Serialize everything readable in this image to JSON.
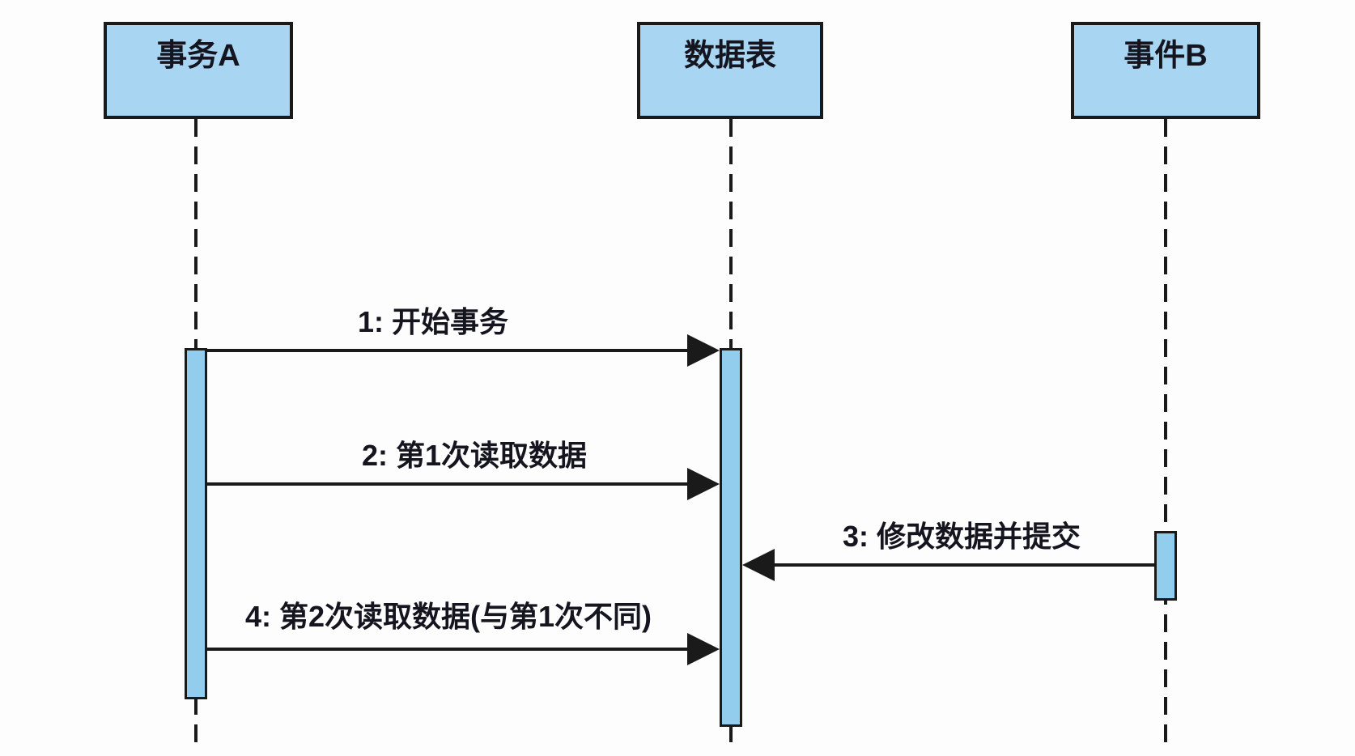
{
  "diagram": {
    "kind": "uml-sequence-diagram",
    "colors": {
      "border": "#1a1a1a",
      "box_fill": "#a7d5f2",
      "activation_fill": "#93cdee",
      "text": "#15151f",
      "background": "#fdfdfd"
    },
    "lifelines": [
      {
        "id": "transaction-a",
        "label": "事务A"
      },
      {
        "id": "data-table",
        "label": "数据表"
      },
      {
        "id": "event-b",
        "label": "事件B"
      }
    ],
    "messages": [
      {
        "seq": "1",
        "label": "1: 开始事务",
        "from": "transaction-a",
        "to": "data-table",
        "direction": "right"
      },
      {
        "seq": "2",
        "label": "2: 第1次读取数据",
        "from": "transaction-a",
        "to": "data-table",
        "direction": "right"
      },
      {
        "seq": "3",
        "label": "3: 修改数据并提交",
        "from": "event-b",
        "to": "data-table",
        "direction": "left"
      },
      {
        "seq": "4",
        "label": "4: 第2次读取数据(与第1次不同)",
        "from": "transaction-a",
        "to": "data-table",
        "direction": "right"
      }
    ],
    "activations": [
      {
        "lifeline": "transaction-a",
        "spans_messages": "1-4"
      },
      {
        "lifeline": "data-table",
        "spans_messages": "1-4"
      },
      {
        "lifeline": "event-b",
        "spans_messages": "3"
      }
    ]
  }
}
